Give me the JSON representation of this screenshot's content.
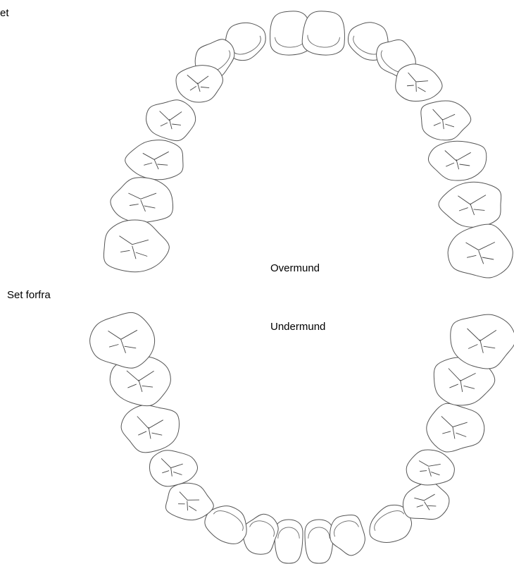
{
  "labels": {
    "top_left_fragment": "et",
    "view_toggle": "Set forfra",
    "upper_jaw": "Overmund",
    "lower_jaw": "Undermund"
  },
  "colors": {
    "outline": "#555555",
    "background": "#ffffff"
  },
  "jaws": {
    "upper": {
      "label": "Overmund",
      "tooth_count": 16
    },
    "lower": {
      "label": "Undermund",
      "tooth_count": 16
    }
  }
}
